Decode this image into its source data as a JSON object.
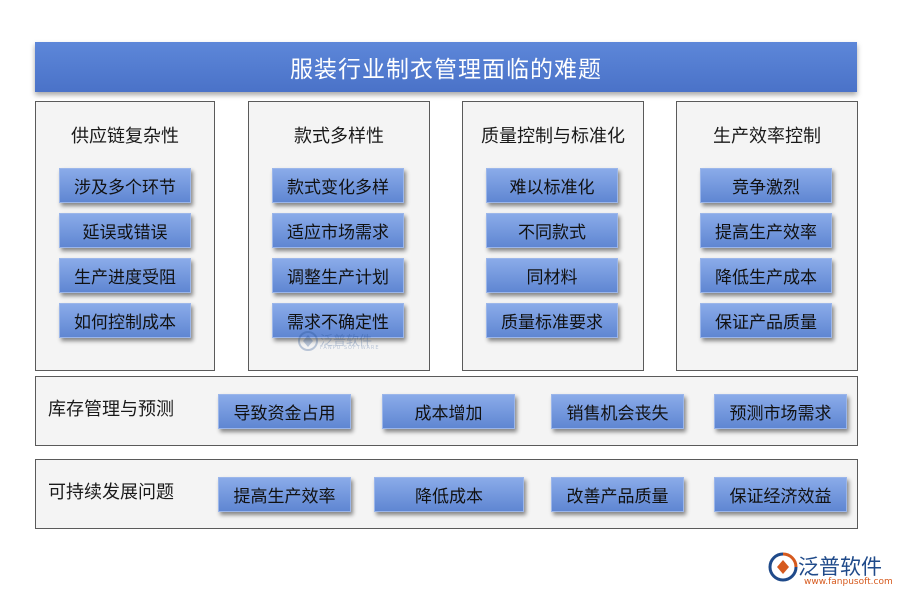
{
  "title": "服装行业制衣管理面临的难题",
  "columns": [
    {
      "title": "供应链复杂性",
      "items": [
        "涉及多个环节",
        "延误或错误",
        "生产进度受阻",
        "如何控制成本"
      ]
    },
    {
      "title": "款式多样性",
      "items": [
        "款式变化多样",
        "适应市场需求",
        "调整生产计划",
        "需求不确定性"
      ]
    },
    {
      "title": "质量控制与标准化",
      "items": [
        "难以标准化",
        "不同款式",
        "同材料",
        "质量标准要求"
      ]
    },
    {
      "title": "生产效率控制",
      "items": [
        "竞争激烈",
        "提高生产效率",
        "降低生产成本",
        "保证产品质量"
      ]
    }
  ],
  "rows": [
    {
      "title": "库存管理与预测",
      "items": [
        "导致资金占用",
        "成本增加",
        "销售机会丧失",
        "预测市场需求"
      ]
    },
    {
      "title": "可持续发展问题",
      "items": [
        "提高生产效率",
        "降低成本",
        "改善产品质量",
        "保证经济效益"
      ]
    }
  ],
  "watermark": {
    "name": "泛普软件",
    "sub": "FANPU SOFTWARE"
  },
  "logo": {
    "name": "泛普软件",
    "url": "www.fanpusoft.com"
  },
  "colors": {
    "title_bar": "#5078cc",
    "chip": "#739ae0",
    "panel_bg": "#f4f4f4",
    "logo_blue": "#1f4a8a",
    "logo_orange": "#d65a1e"
  },
  "icons": {
    "logo": "fanpu-logo-icon",
    "watermark": "fanpu-watermark-icon"
  }
}
